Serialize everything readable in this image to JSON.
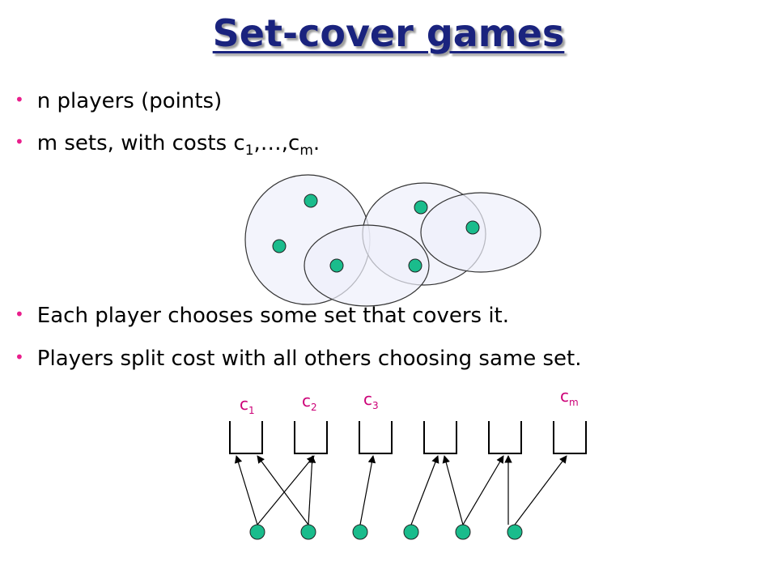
{
  "title": "Set-cover games",
  "bullets": [
    {
      "text": "n players (points)"
    },
    {
      "main": "m sets, with costs c",
      "s1": "1",
      "mid": ",…,c",
      "s2": "m",
      "end": "."
    },
    {
      "text": "Each player chooses some set that covers it."
    },
    {
      "text": "Players split cost with all others choosing same set."
    }
  ],
  "cost_labels": [
    {
      "base": "c",
      "sub": "1"
    },
    {
      "base": "c",
      "sub": "2"
    },
    {
      "base": "c",
      "sub": "3"
    },
    {
      "base": "c",
      "sub": "m"
    }
  ],
  "colors": {
    "title": "#1a237e",
    "bullet": "#e91e8c",
    "player": "#1abc8c",
    "set_fill": "#eef0fb",
    "cost_label": "#cc0077"
  }
}
